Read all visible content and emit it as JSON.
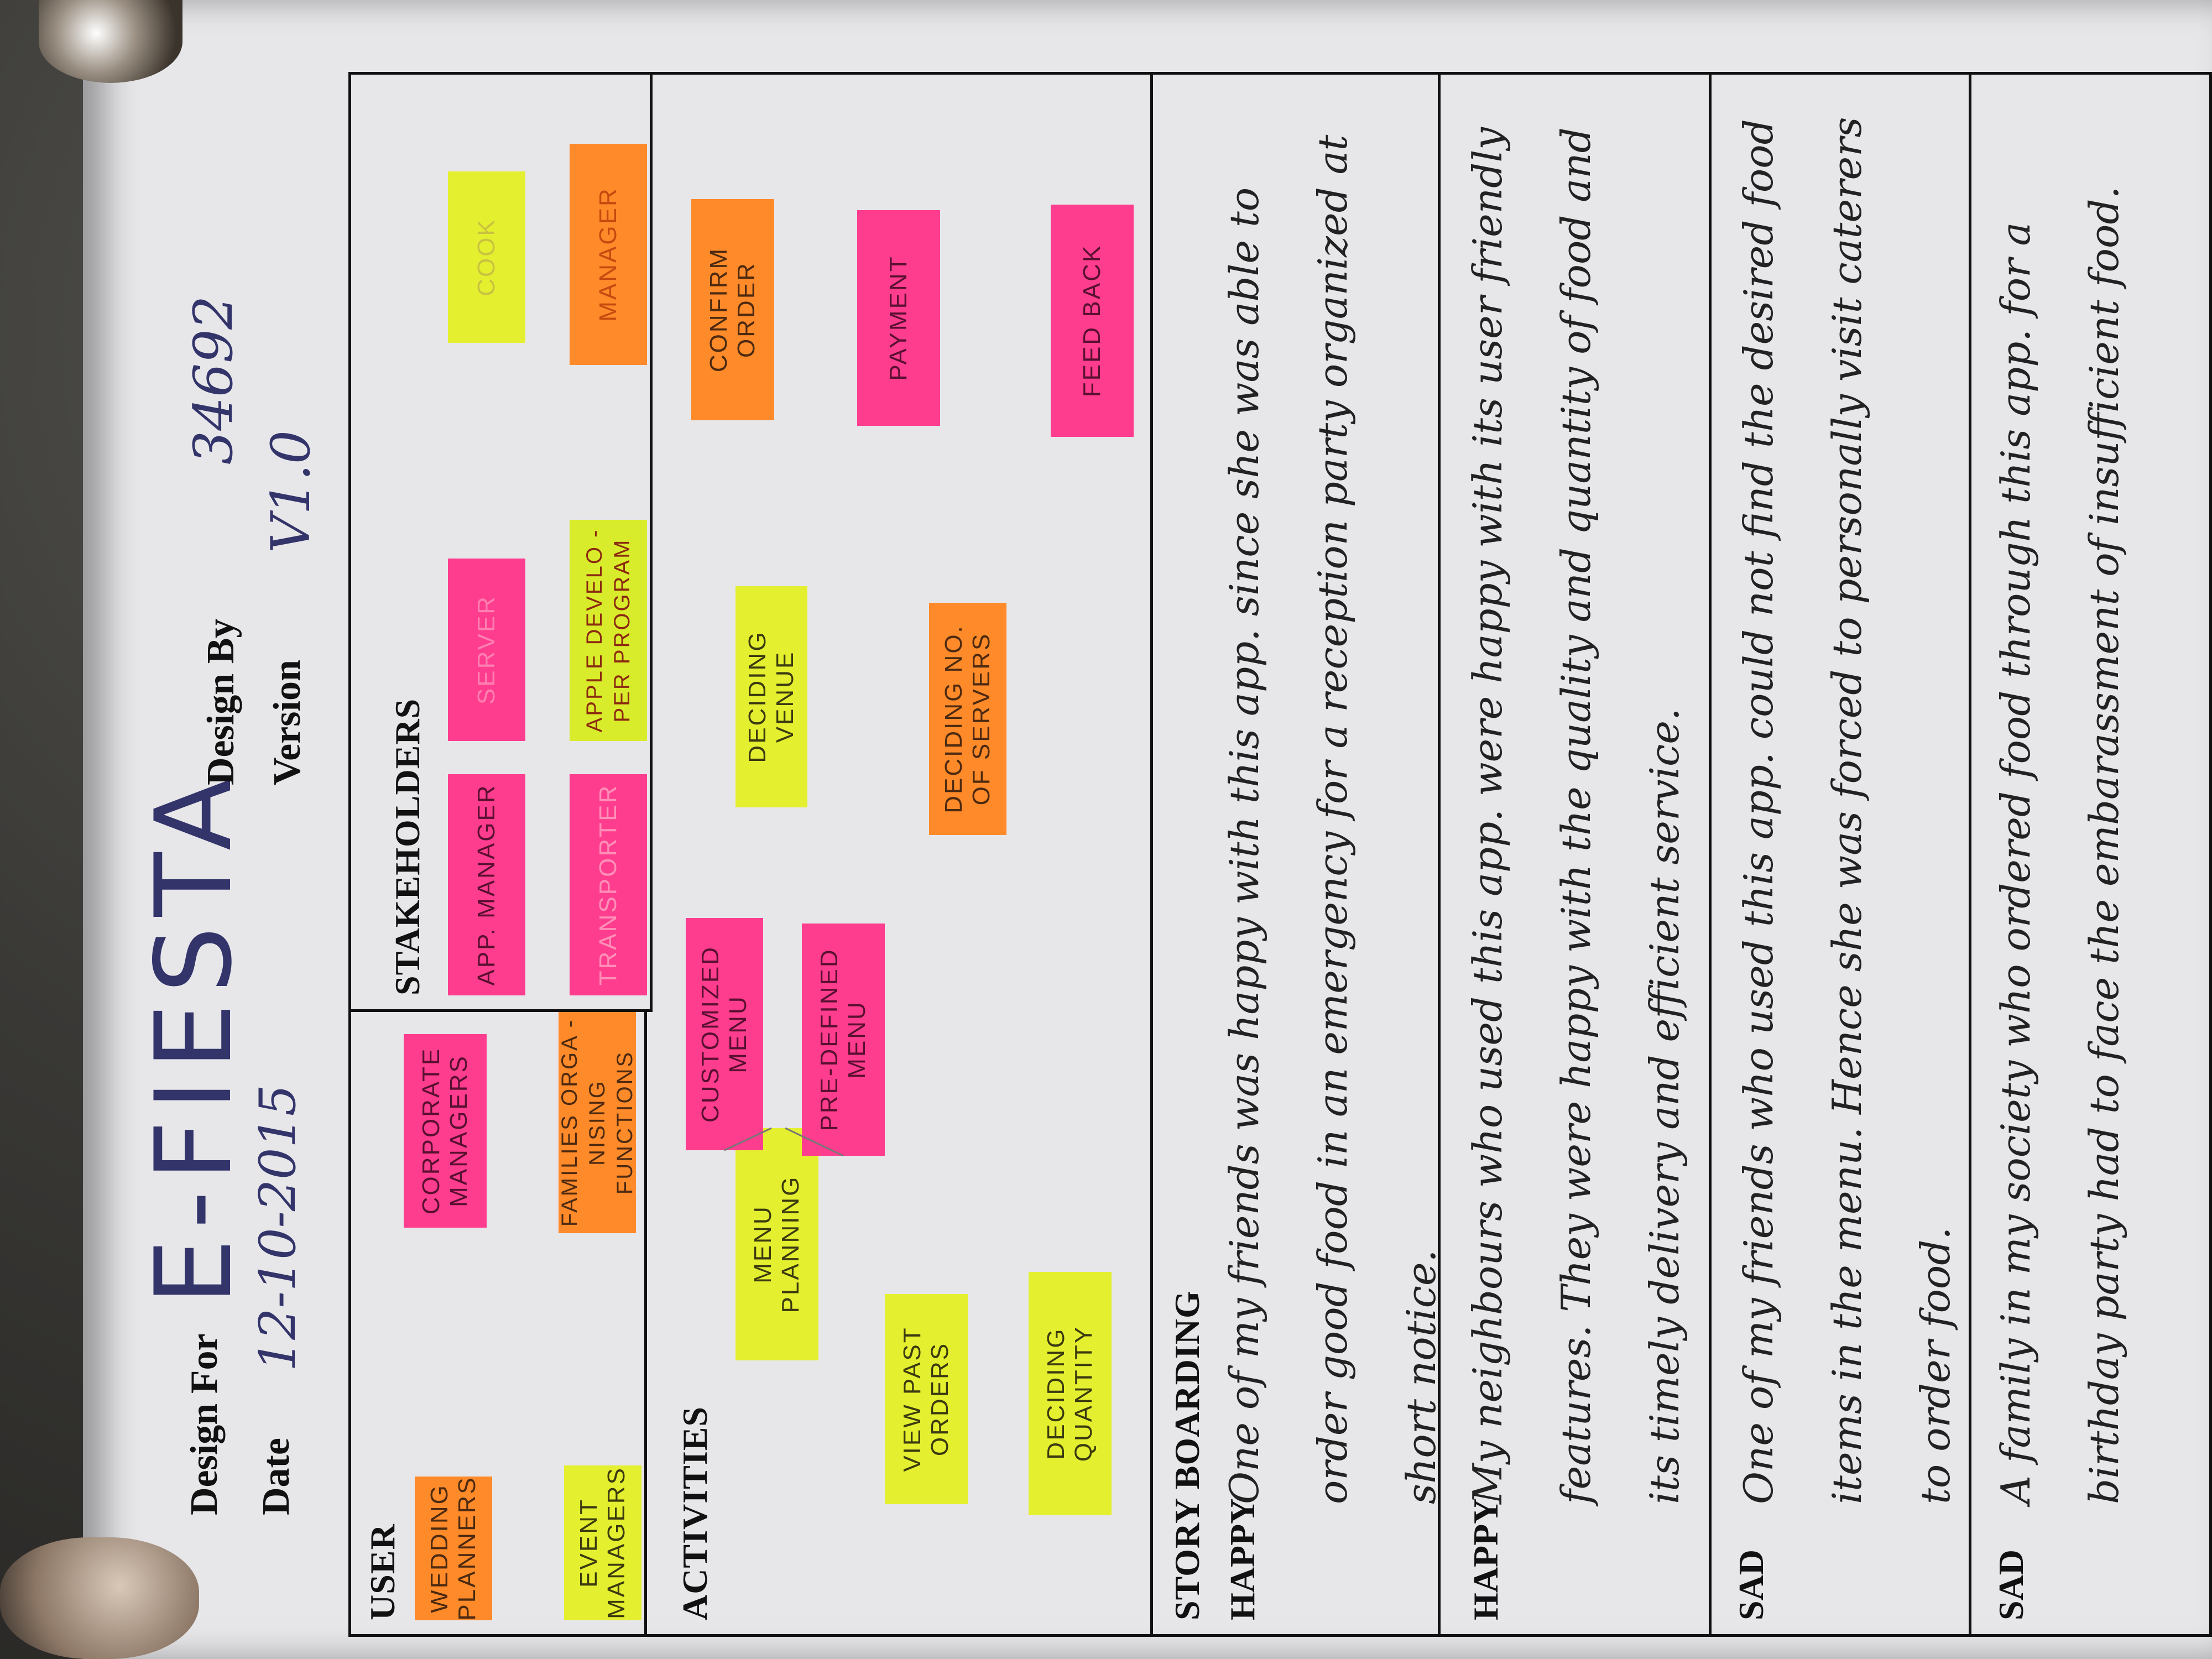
{
  "header": {
    "design_for_label": "Design For",
    "title": "E-FIESTA",
    "date_label": "Date",
    "date_value": "12-10-2015",
    "design_by_label": "Design By",
    "design_by_value": "34692",
    "version_label": "Version",
    "version_value": "V1.0"
  },
  "user": {
    "title": "USER",
    "notes": [
      "WEDDING PLANNERS",
      "EVENT MANAGERS",
      "CORPORATE MANAGERS",
      "FAMILIES ORGA -NISING FUNCTIONS"
    ]
  },
  "stakeholders": {
    "title": "STAKEHOLDERS",
    "notes": [
      "APP. MANAGER",
      "SERVER",
      "COOK",
      "TRANSPORTER",
      "APPLE DEVELO -PER PROGRAM",
      "MANAGER"
    ]
  },
  "activities": {
    "title": "ACTIVITIES",
    "notes": [
      "MENU PLANNING",
      "CUSTOMIZED MENU",
      "PRE-DEFINED MENU",
      "DECIDING VENUE",
      "CONFIRM ORDER",
      "VIEW PAST ORDERS",
      "DECIDING NO. OF SERVERS",
      "PAYMENT",
      "DECIDING QUANTITY",
      "FEED BACK"
    ]
  },
  "storyboarding": {
    "title": "STORY BOARDING",
    "stories": [
      {
        "mood": "HAPPY",
        "text": "One of my friends was happy with this app. since she was able to order good food in an emergency for a reception party organized at short notice."
      },
      {
        "mood": "HAPPY",
        "text": "My neighbours who used this app. were happy with its user friendly features. They were happy with the quality and quantity of food and its timely delivery and efficient service."
      },
      {
        "mood": "SAD",
        "text": "One of my friends who used this app. could not find the desired food items in the menu. Hence she was forced to personally visit caterers to order food."
      },
      {
        "mood": "SAD",
        "text": "A family in my society who ordered food through this app. for a birthday party had to face the embarassment of insufficient food."
      }
    ]
  },
  "colors": {
    "orange": "#ff8a2a",
    "pink": "#ff3d8f",
    "yellow": "#e4f02f",
    "paper": "#e7e7ea",
    "ink": "#33346a"
  }
}
